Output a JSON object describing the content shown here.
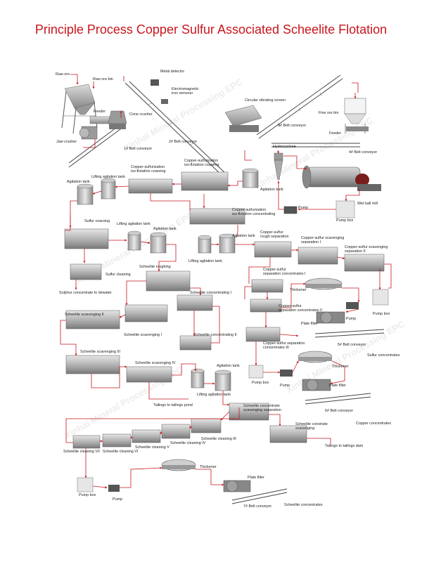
{
  "title": "Principle Process Copper Sulfur Associated Scheelite Flotation",
  "watermark": "Xinhai Mineral Processing EPC",
  "colors": {
    "flow": "#c8161d",
    "equipment": "#8f8f8f",
    "text": "#222222"
  },
  "labels": {
    "raw_ore": "Raw ore",
    "raw_ore_bin": "Raw ore bin",
    "metal_detector": "Metal detector",
    "electromagnetic_iron_remover": [
      "Electromagnetic",
      "iron remover"
    ],
    "circular_vibrating_screen": "Circular vibrating screen",
    "feeder_1": "Feeder",
    "cone_crusher": "Cone crusher",
    "fine_ore_bin": "Fine ore bin",
    "jaw_crusher": "Jaw crusher",
    "belt_conveyor_2": "2# Belt conveyor",
    "belt_conveyor_3": "3# Belt conveyor",
    "feeder_2": "Feeder",
    "belt_conveyor_1": "1# Belt conveyor",
    "hydrocyclone": "Hydrocyclone",
    "belt_conveyor_4": "4# Belt conveyor",
    "copper_sulfurization_isoflotation_coarsing_1": [
      "Copper-sulfurization",
      "iso-flotation coarsing"
    ],
    "copper_sulfurization_isoflotation_coarsing_2": [
      "Copper-sulfurization",
      "iso-flotation coarsing"
    ],
    "lifting_agitation_tank_1": "Lifting agitation tank",
    "agitation_tank_1": "Agitation tank",
    "agitation_tank_2": "Agitation tank",
    "pump_1": "Pump",
    "wet_ball_mill": "Wet ball mill",
    "pump_box_1": "Pump box",
    "sulfur_coarsing": "Sulfur coarsing",
    "lifting_agitation_tank_2": "Lifting agitation tank",
    "agitation_tank_3": "Agitation tank",
    "copper_sulfurization_isoflotation_concentrating": [
      "Copper-sulfurization",
      "iso-flotation concentrating"
    ],
    "agitation_tank_4": "Agitation tank",
    "copper_sulfur_rough_separation": [
      "Copper-sulfur",
      "rough separation"
    ],
    "copper_sulfur_scavenging_separation_1": [
      "Copper-sulfur scavenging",
      "separation I"
    ],
    "copper_sulfur_scavenging_separation_2": [
      "Copper-sulfur scavenging",
      "separation II"
    ],
    "sulfur_cleaning": "Sulfur cleaning",
    "scheelite_roughing": "Scheelite roughing",
    "lifting_agitation_tank_3": "Lifting agitation tank",
    "copper_sulfur_separation_concentrates_1": [
      "Copper-sulfur",
      "separation concentrates I"
    ],
    "thickener_1": "Thickener",
    "sulphur_concentrate_to_dewater": "Sulphur concentrate to dewater",
    "scheelite_concentrating_1": "Scheelite concentrating I",
    "copper_sulfur_separation_concentrates_2": [
      "Copper-sulfur",
      "separation concentrates II"
    ],
    "pump_box_2": "Pump box",
    "scheelite_scavenging_2": "Scheelite scavenging II",
    "pump_2": "Pump",
    "plate_filter_1": "Plate filter",
    "scheelite_scavenging_1": "Scheelite scavenging I",
    "scheelite_concentrating_2": "Scheelite concentrating II",
    "copper_sulfur_separation_concentrates_3": [
      "Copper-sulfur separation",
      "concentrates III"
    ],
    "belt_conveyor_5": "5# Belt conveyor",
    "scheelite_scavenging_3": "Scheelite scavenging III",
    "sulfur_concentrates": "Sulfur concentrates",
    "scheelite_scavenging_4": "Scheelite scavenging IV",
    "agitation_tank_5": "Agitation tank",
    "thickener_2": "Thickener",
    "pump_box_3": "Pump box",
    "pump_3": "Pump",
    "lifting_agitation_tank_4": "Lifting agitation tank",
    "plate_filter_2": "Plate filter",
    "tailings_to_tailings_pond": "Tailings to tailings pond",
    "belt_conveyor_6": "6# Belt conveyor",
    "scheelite_concentrate_scavenging_separation": [
      "Scheelite concentrate",
      "scavenging separation"
    ],
    "copper_concentrates": "Copper concentrates",
    "scheelite_cleaning_3": "Scheelite cleaning III",
    "scheelite_concentrate_scavenging": [
      "Scheelite constrate",
      "scavenging"
    ],
    "scheelite_cleaning_4": "Scheelite cleaning IV",
    "tailings_to_tailings_dam": "Tailings to tailings dam",
    "scheelite_cleaning_5": "Scheelite cleaning V",
    "scheelite_cleaning_7": "Scheelite cleaning VII",
    "scheelite_cleaning_6": "Scheelite cleaning VI",
    "thickener_3": "Thickener",
    "plate_filter_3": "Plate filter",
    "pump_box_4": "Pump box",
    "pump_4": "Pump",
    "belt_conveyor_7": "7# Belt conveyor",
    "scheelite_concentrates": "Scheelite concentrates"
  }
}
